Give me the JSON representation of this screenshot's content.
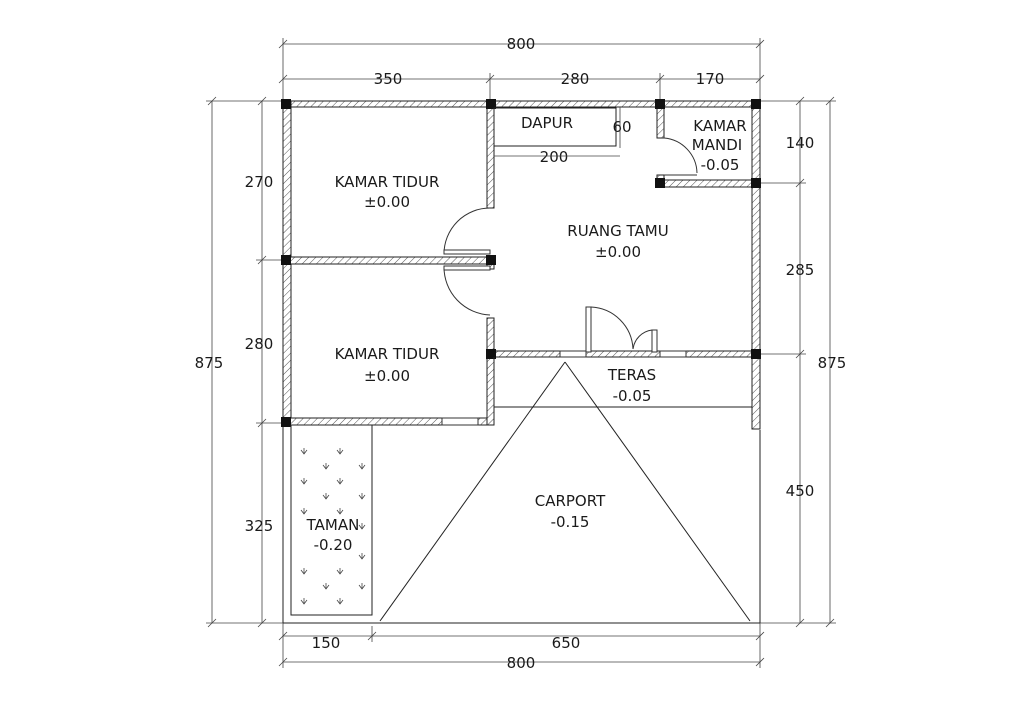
{
  "rooms": {
    "bedroom_top": {
      "name": "KAMAR TIDUR",
      "level": "±0.00"
    },
    "bedroom_bottom": {
      "name": "KAMAR TIDUR",
      "level": "±0.00"
    },
    "kitchen": {
      "name": "DAPUR"
    },
    "bathroom": {
      "name_line1": "KAMAR",
      "name_line2": "MANDI",
      "level": "-0.05"
    },
    "living": {
      "name": "RUANG TAMU",
      "level": "±0.00"
    },
    "terrace": {
      "name": "TERAS",
      "level": "-0.05"
    },
    "carport": {
      "name": "CARPORT",
      "level": "-0.15"
    },
    "garden": {
      "name": "TAMAN",
      "level": "-0.20"
    }
  },
  "dimensions": {
    "top_total": "800",
    "top_left": "350",
    "top_mid": "280",
    "top_right": "170",
    "left_total": "875",
    "left_top": "270",
    "left_mid": "280",
    "left_bottom": "325",
    "right_total": "875",
    "right_top": "140",
    "right_mid": "285",
    "right_bottom": "450",
    "bottom_left": "150",
    "bottom_right": "650",
    "bottom_total": "800",
    "kitchen_counter_length": "200",
    "kitchen_counter_depth": "60"
  }
}
